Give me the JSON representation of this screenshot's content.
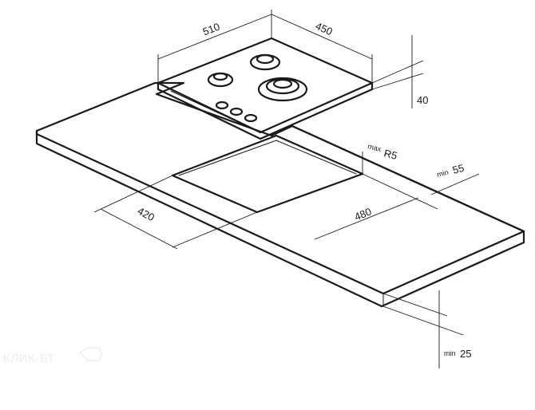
{
  "dimensions": {
    "hob_width": "510",
    "hob_depth": "450",
    "hob_height": "40",
    "corner_radius_prefix": "max",
    "corner_radius": "R5",
    "edge_clearance_prefix": "min",
    "edge_clearance": "55",
    "cutout_width": "480",
    "cutout_depth": "420",
    "worktop_thickness_prefix": "min",
    "worktop_thickness": "25"
  },
  "watermark": "КЛИК-БТ"
}
